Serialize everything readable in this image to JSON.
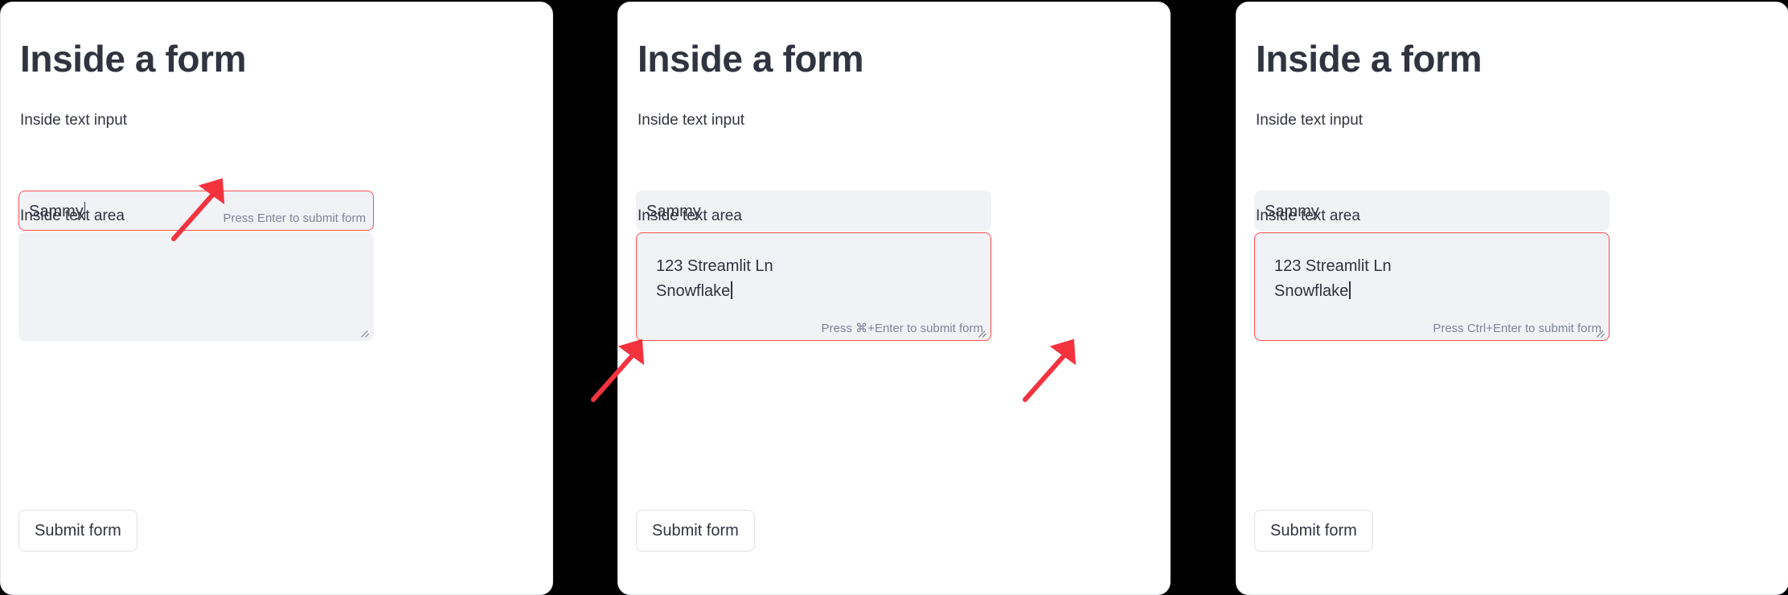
{
  "background_color": "#000000",
  "theme": {
    "card_background": "#FFFFFF",
    "widget_background": "#F0F2F6",
    "text_color": "#31333F",
    "hint_color": "#808495",
    "accent_focus": "#FF4B4B",
    "annotation_arrow_color": "#F5333F",
    "button_border": "#DFE1E6"
  },
  "panels": [
    {
      "id": "panel-text-input-focused",
      "title": "Inside a form",
      "text_input": {
        "label": "Inside text input",
        "value": "Sammy",
        "focused": true,
        "caret": true,
        "submit_hint": "Press Enter to submit form"
      },
      "text_area": {
        "label": "Inside text area",
        "value": "",
        "focused": false,
        "caret": false,
        "submit_hint": ""
      },
      "submit_button": "Submit form",
      "arrow": {
        "label": "arrow-pointing-to-enter-hint"
      }
    },
    {
      "id": "panel-text-area-focused-mac",
      "title": "Inside a form",
      "text_input": {
        "label": "Inside text input",
        "value": "Sammy",
        "focused": false,
        "caret": false,
        "submit_hint": ""
      },
      "text_area": {
        "label": "Inside text area",
        "value": "123 Streamlit Ln\nSnowflake",
        "focused": true,
        "caret": true,
        "submit_hint": "Press ⌘+Enter to submit form"
      },
      "submit_button": "Submit form",
      "arrow": {
        "label": "arrow-pointing-to-cmd-enter-hint"
      }
    },
    {
      "id": "panel-text-area-focused-windows",
      "title": "Inside a form",
      "text_input": {
        "label": "Inside text input",
        "value": "Sammy",
        "focused": false,
        "caret": false,
        "submit_hint": ""
      },
      "text_area": {
        "label": "Inside text area",
        "value": "123 Streamlit Ln\nSnowflake",
        "focused": true,
        "caret": true,
        "submit_hint": "Press Ctrl+Enter to submit form"
      },
      "submit_button": "Submit form",
      "arrow": {
        "label": "arrow-pointing-to-ctrl-enter-hint"
      }
    }
  ],
  "icons": {
    "resize_grip": "resize-grip-icon",
    "text_caret": "text-caret-icon",
    "annotation_arrow": "annotation-arrow-icon"
  }
}
